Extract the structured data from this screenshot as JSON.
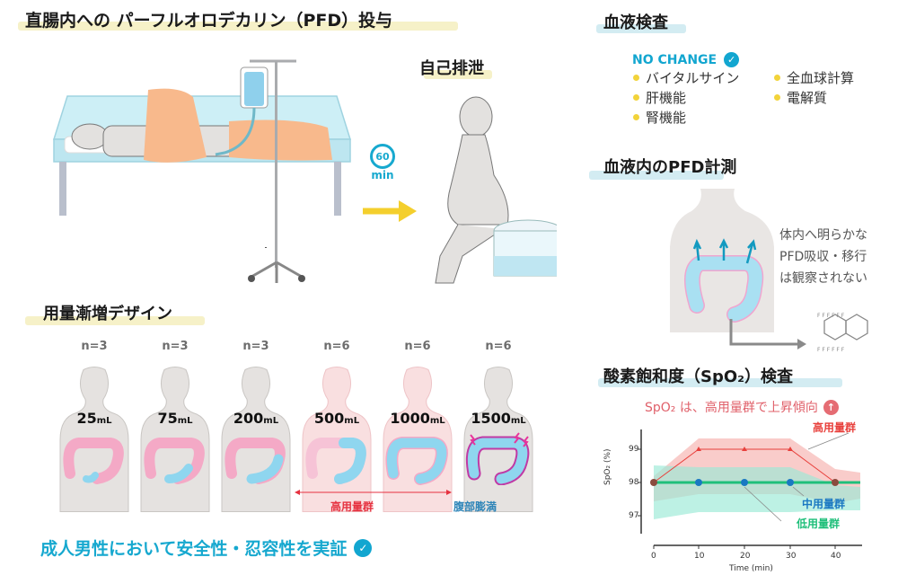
{
  "main": {
    "title": "直腸内への パーフルオロデカリン（PFD）投与",
    "self_excretion_title": "自己排泄",
    "timer": {
      "value": "60",
      "unit": "min",
      "icon": "stopwatch-icon"
    }
  },
  "blood_test": {
    "title": "血液検査",
    "status": "NO CHANGE",
    "status_icon": "check-circle-icon",
    "items_col1": [
      "バイタルサイン",
      "肝機能",
      "腎機能"
    ],
    "items_col2": [
      "全血球計算",
      "電解質"
    ]
  },
  "pfd_measurement": {
    "title": "血液内のPFD計測",
    "note_lines": [
      "体内へ明らかな",
      "PFD吸収・移行",
      "は観察されない"
    ]
  },
  "dose_design": {
    "title": "用量漸増デザイン",
    "groups": [
      {
        "n": "n=3",
        "volume": "25",
        "unit": "mL",
        "color": "#e5e2e0"
      },
      {
        "n": "n=3",
        "volume": "75",
        "unit": "mL",
        "color": "#e5e2e0"
      },
      {
        "n": "n=3",
        "volume": "200",
        "unit": "mL",
        "color": "#e5e2e0"
      },
      {
        "n": "n=6",
        "volume": "500",
        "unit": "mL",
        "color": "#f9dfe0"
      },
      {
        "n": "n=6",
        "volume": "1000",
        "unit": "mL",
        "color": "#f9dfe0"
      },
      {
        "n": "n=6",
        "volume": "1500",
        "unit": "mL",
        "color": "#e5e2e0"
      }
    ],
    "high_dose_label": "高用量群",
    "bloating_label": "腹部膨満"
  },
  "conclusion": {
    "text": "成人男性において安全性・忍容性を実証",
    "icon": "check-circle-icon"
  },
  "spo2": {
    "title": "酸素飽和度（SpO₂）検査",
    "claim": "SpO₂ は、高用量群で上昇傾向",
    "claim_icon": "arrow-up-circle-icon",
    "legend": {
      "high": "高用量群",
      "mid": "中用量群",
      "low": "低用量群"
    },
    "colors": {
      "high": "#e8403c",
      "mid": "#1a78c2",
      "low": "#1fbf7a"
    }
  },
  "chart_data": {
    "type": "line",
    "title": "酸素飽和度（SpO₂）検査",
    "xlabel": "Time (min)",
    "ylabel": "SpO₂ (%)",
    "x": [
      0,
      10,
      20,
      30,
      40
    ],
    "xticks": [
      "0",
      "10",
      "20",
      "30",
      "40"
    ],
    "yticks": [
      "97",
      "98",
      "99"
    ],
    "ylim": [
      96.5,
      99.5
    ],
    "xlim": [
      0,
      45
    ],
    "series": [
      {
        "name": "高用量群",
        "values": [
          98,
          99,
          99,
          99,
          98
        ],
        "band_low": [
          97.4,
          98.6,
          98.6,
          98.6,
          97.4
        ],
        "band_high": [
          98.7,
          99.5,
          99.5,
          99.5,
          98.6
        ]
      },
      {
        "name": "中用量群",
        "values": [
          98,
          98,
          98,
          98,
          98
        ],
        "band_low": [
          97.1,
          97.3,
          97.3,
          97.3,
          97.6
        ],
        "band_high": [
          99.0,
          98.5,
          98.5,
          98.5,
          98.3
        ]
      },
      {
        "name": "低用量群",
        "values": [
          98,
          98,
          98,
          98,
          98
        ],
        "band_low": [
          97.3,
          97.4,
          97.4,
          97.4,
          97.6
        ],
        "band_high": [
          98.4,
          98.5,
          98.5,
          98.5,
          98.3
        ]
      }
    ],
    "annotation": "SpO₂ は、高用量群で上昇傾向",
    "grid": false,
    "legend_position": "inline-right"
  }
}
